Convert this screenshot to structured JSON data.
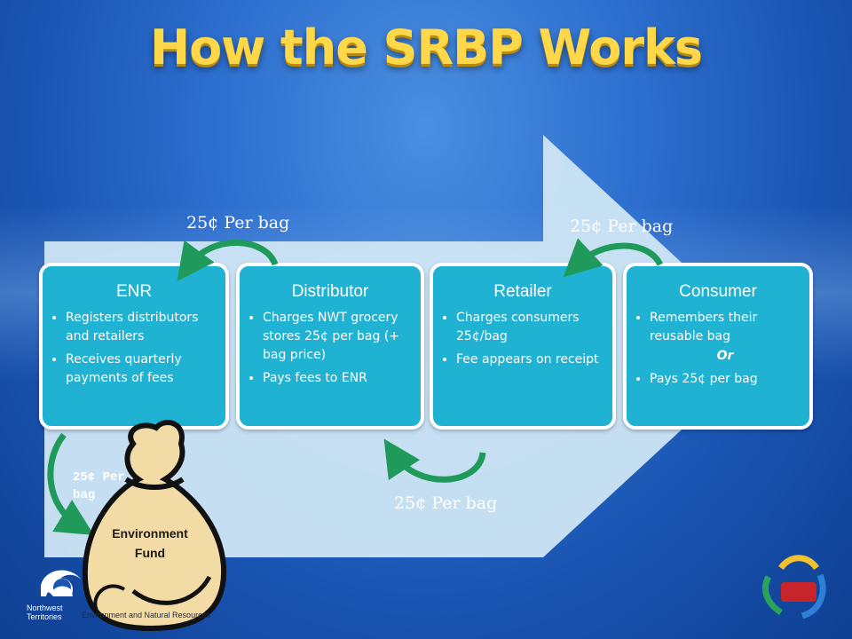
{
  "title": "How the SRBP Works",
  "stages": [
    {
      "name": "ENR",
      "bullets": [
        "Registers distributors and retailers",
        "Receives quarterly payments of fees"
      ]
    },
    {
      "name": "Distributor",
      "bullets": [
        "Charges NWT grocery stores 25¢ per bag (+ bag price)",
        "Pays fees to ENR"
      ]
    },
    {
      "name": "Retailer",
      "bullets": [
        "Charges consumers 25¢/bag",
        "Fee appears on receipt"
      ]
    },
    {
      "name": "Consumer",
      "bullets": [
        "Remembers their reusable bag",
        "Pays 25¢ per bag"
      ],
      "or_text": "Or"
    }
  ],
  "flow_labels": {
    "distributor_to_enr": "25¢ Per bag",
    "consumer_to_retailer": "25¢ Per bag",
    "retailer_to_distributor": "25¢ Per bag",
    "enr_to_fund": "25¢ Per bag"
  },
  "fund": {
    "label_line1": "Environment",
    "label_line2": "Fund"
  },
  "logo": {
    "org_line1": "Northwest",
    "org_line2": "Territories",
    "department": "Environment and Natural Resources"
  },
  "colors": {
    "box_fill": "#1fb2d3",
    "arrow_fill": "#cfe6f4",
    "flow_arrow": "#1f9a5a",
    "title": "#ffd84a",
    "bag_fill": "#f3dba6"
  }
}
